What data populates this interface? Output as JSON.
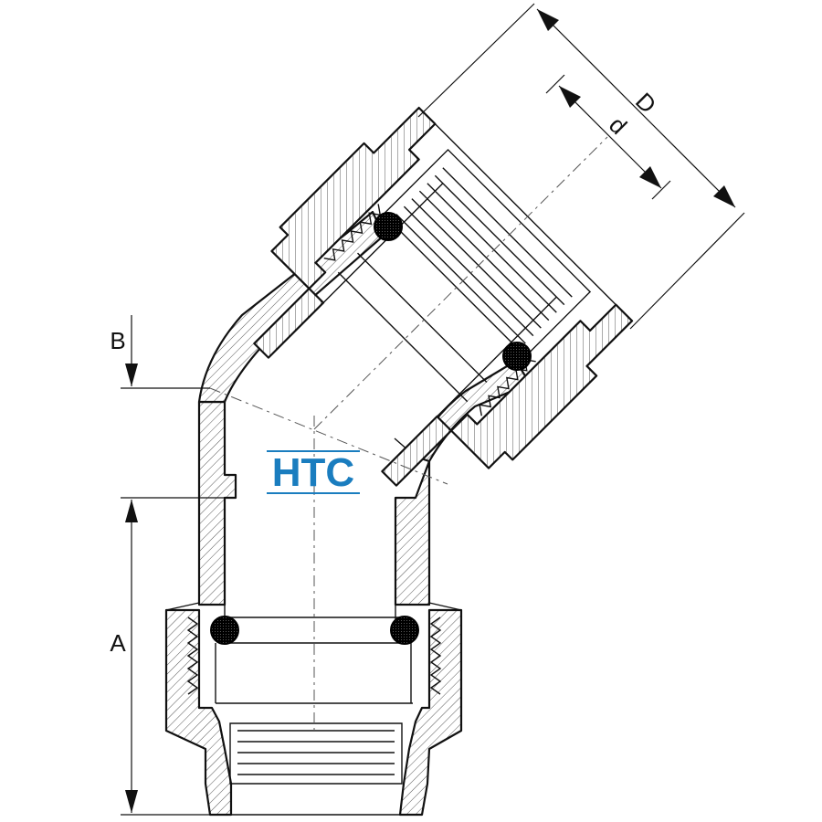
{
  "logo": {
    "text": "HTC",
    "color": "#1a7dbf"
  },
  "dimensions": {
    "outer_diameter": "D",
    "inner_diameter": "d",
    "length": "A",
    "offset": "B"
  },
  "colors": {
    "line": "#111111",
    "background": "#ffffff"
  }
}
